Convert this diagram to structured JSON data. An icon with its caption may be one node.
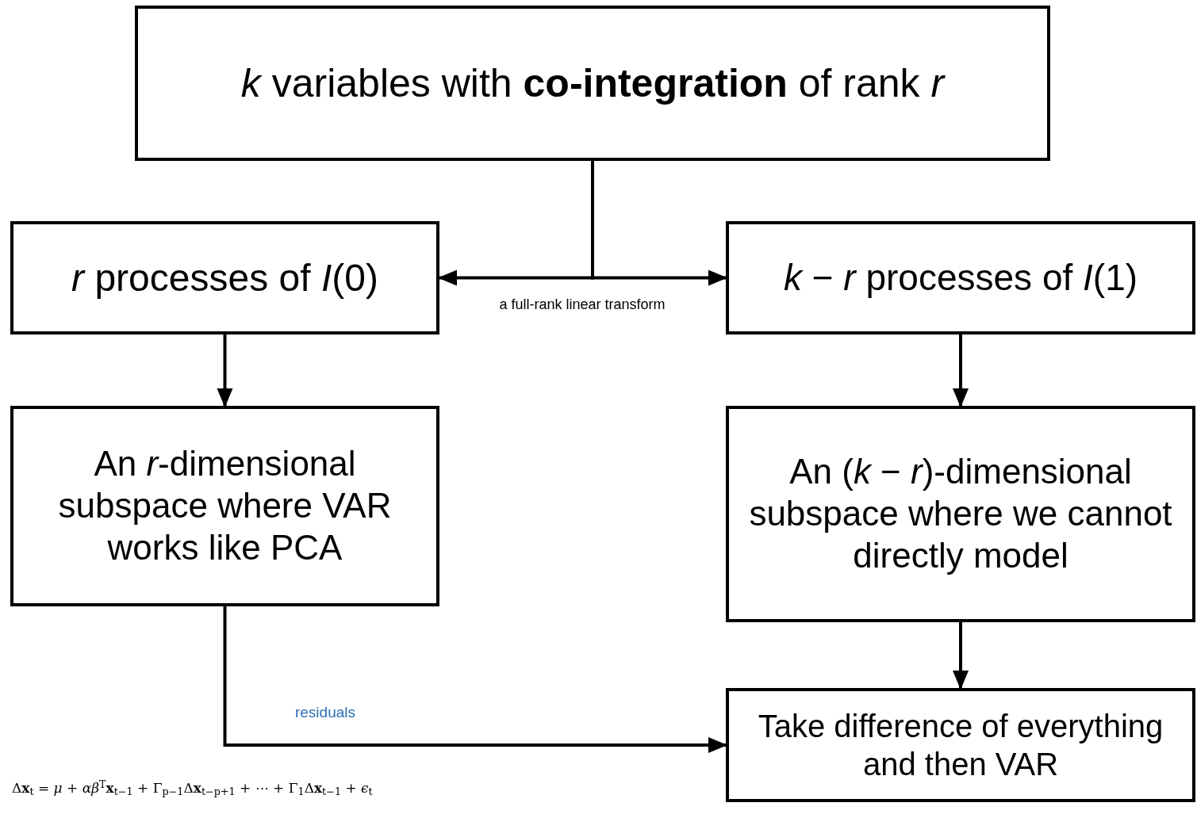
{
  "diagram": {
    "nodes": [
      {
        "text": [
          "*k* variables with **co-integration** of rank *r*"
        ]
      },
      {
        "text": [
          "*r* processes of *I*(0)"
        ]
      },
      {
        "text": [
          "*k* − *r* processes of *I*(1)"
        ]
      },
      {
        "text": [
          "An *r*-dimensional subspace where VAR works like PCA"
        ]
      },
      {
        "text": [
          "An (*k* − *r*)-dimensional subspace where we cannot directly model"
        ]
      },
      {
        "text": [
          "Take difference of everything and then VAR"
        ]
      }
    ],
    "edges": [
      {
        "from": 0,
        "to": 1,
        "arrow": "to",
        "label": "a full-rank linear transform"
      },
      {
        "from": 0,
        "to": 2,
        "arrow": "to"
      },
      {
        "from": 1,
        "to": 3,
        "arrow": "to"
      },
      {
        "from": 2,
        "to": 4,
        "arrow": "to"
      },
      {
        "from": 4,
        "to": 5,
        "arrow": "to"
      },
      {
        "from": 3,
        "to": 5,
        "arrow": "to",
        "label": "residuals"
      }
    ],
    "labels": [
      "Δ**x**$_{t}$ = *μ* + *αβ*$^{T}$**x**$_{t−1}$ + Γ$_{p−1}$Δ**x**$_{t−p+1}$ + ⋯ + Γ$_{1}$Δ**x**$_{t−1}$ + *ϵ*$_{t}$"
    ]
  }
}
